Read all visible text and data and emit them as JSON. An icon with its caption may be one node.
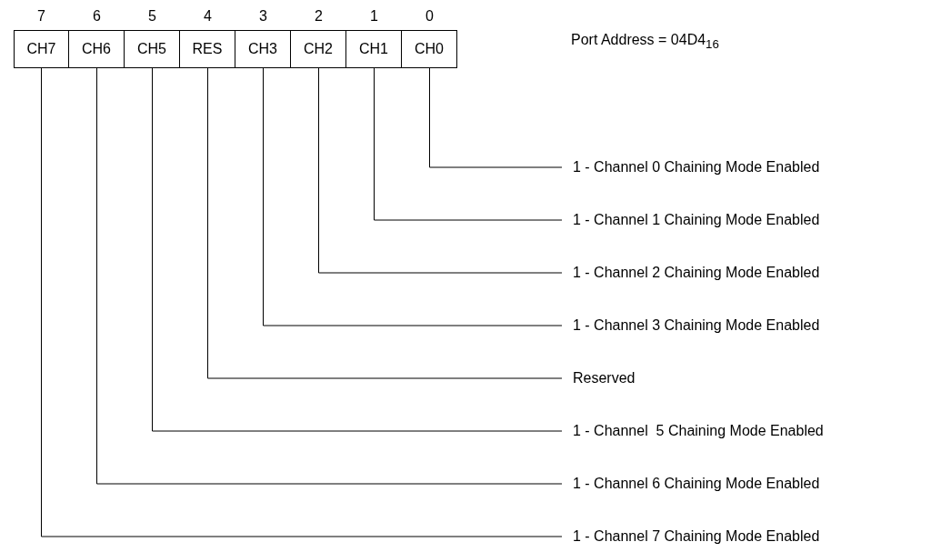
{
  "diagram": {
    "nodes": [
      {
        "text": [
          "CH7"
        ]
      },
      {
        "text": [
          "CH6"
        ]
      },
      {
        "text": [
          "CH5"
        ]
      },
      {
        "text": [
          "RES"
        ]
      },
      {
        "text": [
          "CH3"
        ]
      },
      {
        "text": [
          "CH2"
        ]
      },
      {
        "text": [
          "CH1"
        ]
      },
      {
        "text": [
          "CH0"
        ]
      },
      {
        "text": [
          "1 - Channel 0 Chaining Mode Enabled"
        ]
      },
      {
        "text": [
          "1 - Channel 1 Chaining Mode Enabled"
        ]
      },
      {
        "text": [
          "1 - Channel 2 Chaining Mode Enabled"
        ]
      },
      {
        "text": [
          "1 - Channel 3 Chaining Mode Enabled"
        ]
      },
      {
        "text": [
          "Reserved"
        ]
      },
      {
        "text": [
          "1 - Channel  5 Chaining Mode Enabled"
        ]
      },
      {
        "text": [
          "1 - Channel 6 Chaining Mode Enabled"
        ]
      },
      {
        "text": [
          "1 - Channel 7 Chaining Mode Enabled"
        ]
      }
    ],
    "edges": [
      {
        "from": 8,
        "to": 7,
        "arrow": "none"
      },
      {
        "from": 9,
        "to": 6,
        "arrow": "none"
      },
      {
        "from": 10,
        "to": 5,
        "arrow": "none"
      },
      {
        "from": 11,
        "to": 4,
        "arrow": "none"
      },
      {
        "from": 12,
        "to": 3,
        "arrow": "none"
      },
      {
        "from": 13,
        "to": 2,
        "arrow": "none"
      },
      {
        "from": 14,
        "to": 1,
        "arrow": "none"
      },
      {
        "from": 15,
        "to": 0,
        "arrow": "none"
      }
    ],
    "labels": [
      "7",
      "6",
      "5",
      "4",
      "3",
      "2",
      "1",
      "0",
      "Port Address = 04D4$_{16}$"
    ]
  }
}
